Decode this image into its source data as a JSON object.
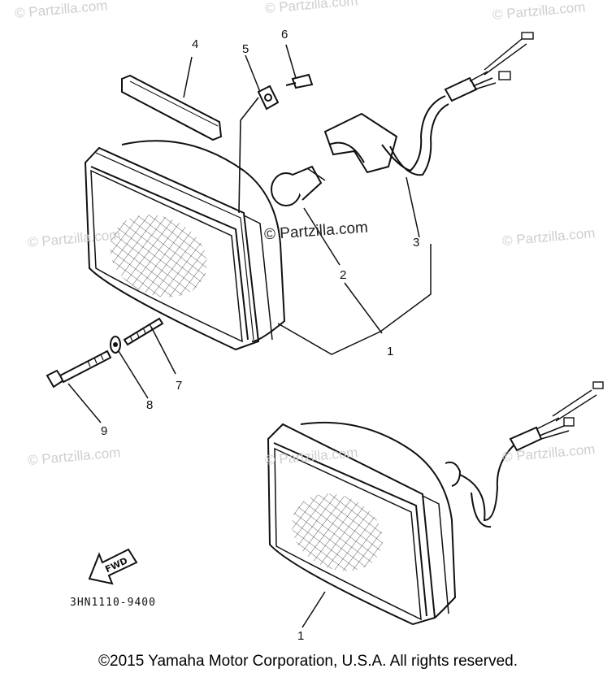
{
  "watermarks": {
    "text": "© Partzilla.com",
    "center_text": "© Partzilla.com"
  },
  "callouts": {
    "n1_top": "1",
    "n2": "2",
    "n3": "3",
    "n4": "4",
    "n5": "5",
    "n6": "6",
    "n7": "7",
    "n8": "8",
    "n9": "9",
    "n1_bottom": "1"
  },
  "fwd_label": "FWD",
  "diagram_code": "3HN1110-9400",
  "copyright": "©2015  Yamaha Motor Corporation, U.S.A. All rights reserved."
}
